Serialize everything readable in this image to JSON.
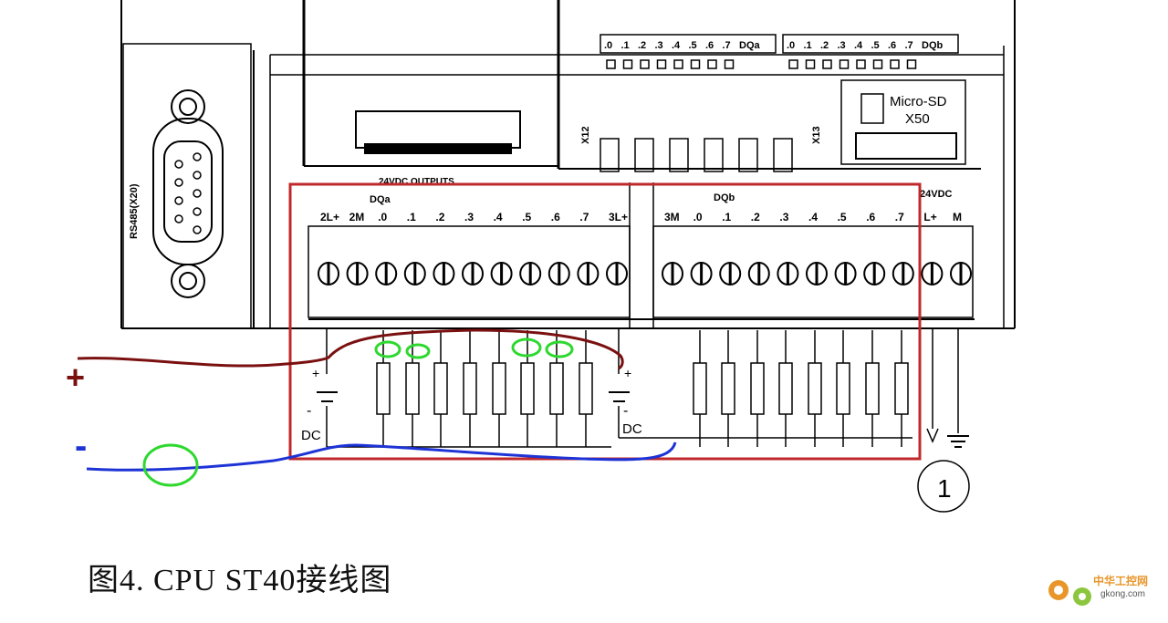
{
  "caption": "图4. CPU ST40接线图",
  "labels": {
    "port_rs485": "RS485(X20)",
    "port_x12": "X12",
    "port_x13": "X13",
    "sd_line1": "Micro-SD",
    "sd_line2": "X50",
    "outputs_title": "24VDC OUTPUTS",
    "dqa": "DQa",
    "dqb": "DQb",
    "power_title": "24VDC",
    "circle_num": "1",
    "dc_left": "DC",
    "dc_right": "DC",
    "plus": "+",
    "minus": "-",
    "ann_plus": "+",
    "ann_minus": "-"
  },
  "led_rows": {
    "dqa_header": [
      ".0",
      ".1",
      ".2",
      ".3",
      ".4",
      ".5",
      ".6",
      ".7",
      "DQa"
    ],
    "dqb_header": [
      ".0",
      ".1",
      ".2",
      ".3",
      ".4",
      ".5",
      ".6",
      ".7",
      "DQb"
    ]
  },
  "terminals_a": [
    "2L+",
    "2M",
    ".0",
    ".1",
    ".2",
    ".3",
    ".4",
    ".5",
    ".6",
    ".7",
    "3L+"
  ],
  "terminals_b": [
    "3M",
    ".0",
    ".1",
    ".2",
    ".3",
    ".4",
    ".5",
    ".6",
    ".7",
    "L+",
    "M"
  ],
  "colors": {
    "highlight_box": "#c0282a",
    "wire_positive": "#7a1010",
    "wire_negative": "#1d33d6",
    "marker_green": "#2ed82e",
    "logo_orange": "#e8962a"
  },
  "logo": {
    "name": "中华工控网",
    "url": "gkong.com"
  }
}
